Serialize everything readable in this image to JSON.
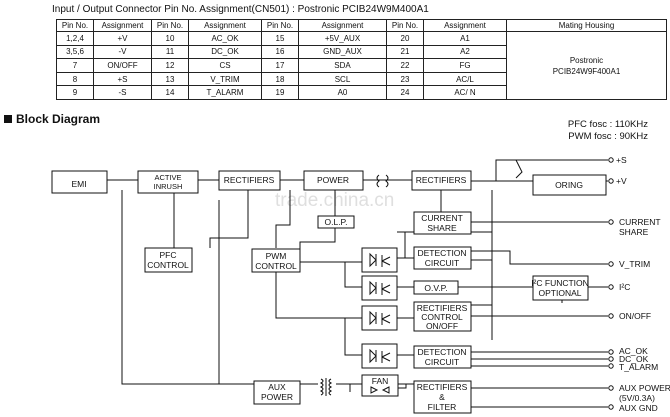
{
  "pin_table": {
    "title": "Input / Output Connector Pin No. Assignment(CN501) :  Postronic PCIB24W9M400A1",
    "headers": [
      "Pin No.",
      "Assignment",
      "Pin No.",
      "Assignment",
      "Pin No.",
      "Assignment",
      "Pin No.",
      "Assignment",
      "Mating Housing"
    ],
    "rows": [
      [
        "1,2,4",
        "+V",
        "10",
        "AC_OK",
        "15",
        "+5V_AUX",
        "20",
        "A1"
      ],
      [
        "3,5,6",
        "-V",
        "11",
        "DC_OK",
        "16",
        "GND_AUX",
        "21",
        "A2"
      ],
      [
        "7",
        "ON/OFF",
        "12",
        "CS",
        "17",
        "SDA",
        "22",
        "FG"
      ],
      [
        "8",
        "+S",
        "13",
        "V_TRIM",
        "18",
        "SCL",
        "23",
        "AC/L"
      ],
      [
        "9",
        "-S",
        "14",
        "T_ALARM",
        "19",
        "A0",
        "24",
        "AC/ N"
      ]
    ],
    "housing": [
      "Postronic",
      "PCIB24W9F400A1"
    ]
  },
  "block_diagram": {
    "title": "Block Diagram",
    "fosc": [
      "PFC fosc : 110KHz",
      "PWM fosc : 90KHz"
    ],
    "blocks": {
      "emi": "EMI",
      "active_inrush": [
        "ACTIVE",
        "INRUSH"
      ],
      "rectifiers_1": "RECTIFIERS",
      "power": "POWER",
      "rectifiers_2": "RECTIFIERS",
      "oring": "ORING",
      "olp": "O.L.P.",
      "current_share": [
        "CURRENT",
        "SHARE"
      ],
      "pfc_control": [
        "PFC",
        "CONTROL"
      ],
      "pwm_control": [
        "PWM",
        "CONTROL"
      ],
      "detection_1": [
        "DETECTION",
        "CIRCUIT"
      ],
      "ovp": "O.V.P.",
      "i2c_function": [
        "I²C FUNCTION",
        "OPTIONAL"
      ],
      "rect_control": [
        "RECTIFIERS",
        "CONTROL",
        "ON/OFF"
      ],
      "detection_2": [
        "DETECTION",
        "CIRCUIT"
      ],
      "aux_power": [
        "AUX",
        "POWER"
      ],
      "fan": "FAN",
      "rect_filter": [
        "RECTIFIERS",
        "&",
        "FILTER"
      ]
    },
    "outputs": {
      "plus_s": "+S",
      "plus_v": "+V",
      "current_share": [
        "CURRENT",
        "SHARE"
      ],
      "v_trim": "V_TRIM",
      "i2c": "I²C",
      "on_off": "ON/OFF",
      "ac_ok": "AC_OK",
      "dc_ok": "DC_OK",
      "t_alarm": "T_ALARM",
      "aux_power": [
        "AUX POWER",
        "(5V/0.3A)"
      ],
      "aux_gnd": "AUX GND"
    },
    "watermark": "trade.china.cn"
  }
}
